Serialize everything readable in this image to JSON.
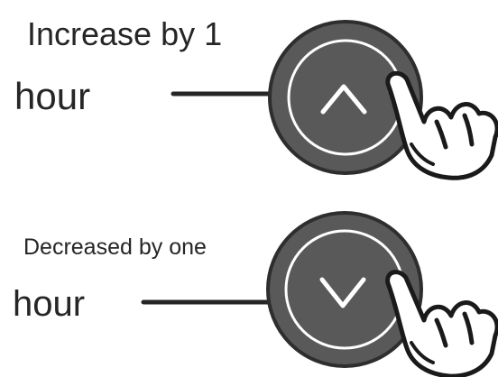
{
  "increase": {
    "line1": "Increase by 1",
    "line2": "hour",
    "button_icon": "chevron-up-icon"
  },
  "decrease": {
    "line1": "Decreased by one",
    "line2": "hour",
    "button_icon": "chevron-down-icon"
  },
  "colors": {
    "button_fill": "#595959",
    "button_outline": "#2e2e2e",
    "ring": "#ffffff",
    "line": "#262626",
    "text": "#262626"
  }
}
